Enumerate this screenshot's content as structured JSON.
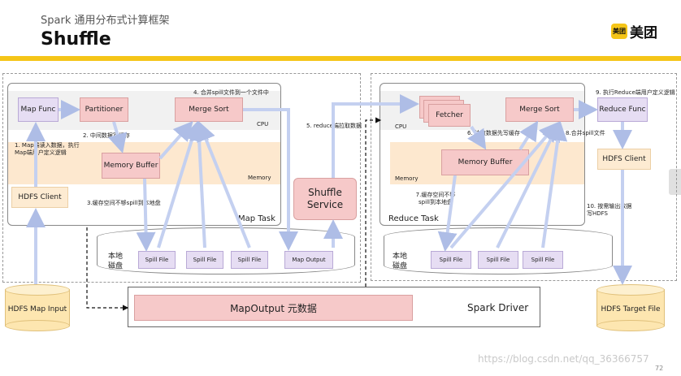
{
  "header": {
    "course": "Spark 通用分布式计算框架",
    "title": "Shuffle",
    "logo_text": "美团",
    "logo_badge": "美团",
    "accent_color": "#f5c518"
  },
  "map_side": {
    "map_func": "Map Func",
    "partitioner": "Partitioner",
    "merge_sort": "Merge Sort",
    "memory_buffer": "Memory Buffer",
    "hdfs_client": "HDFS Client",
    "cpu": "CPU",
    "memory": "Memory",
    "task_label": "Map Task",
    "note1": "1. Map端读入数据，执行Map端用户定义逻辑",
    "note2": "2. 中间数据写缓存",
    "note3": "3.缓存空间不够spill到本地盘",
    "note4": "4. 合并spill文件到一个文件中",
    "disk": "本地磁盘",
    "spill_files": [
      "Spill File",
      "Spill File",
      "Spill File"
    ],
    "map_output": "Map Output"
  },
  "shuffle_service": "Shuffle Service",
  "note5": "5. reduce端拉取数据",
  "reduce_side": {
    "fetcher": "Fetcher",
    "merge_sort": "Merge Sort",
    "reduce_func": "Reduce Func",
    "memory_buffer": "Memory Buffer",
    "hdfs_client": "HDFS Client",
    "cpu": "CPU",
    "memory": "Memory",
    "task_label": "Reduce Task",
    "note6": "6. 拉取数据先写缓存",
    "note7": "7.缓存空间不够spill到本地盘",
    "note8": "8.合并spill文件",
    "note9": "9. 执行Reduce端用户定义逻辑",
    "note10": "10. 按需输出数据写HDFS",
    "disk": "本地磁盘",
    "spill_files": [
      "Spill File",
      "Spill File",
      "Spill File"
    ]
  },
  "driver": {
    "mapoutput_meta": "MapOutput 元数据",
    "spark_driver": "Spark Driver"
  },
  "hdfs_map_input": "HDFS Map Input",
  "hdfs_target_file": "HDFS Target File",
  "footer": {
    "watermark": "https://blog.csdn.net/qq_36366757",
    "page_number": "72"
  }
}
